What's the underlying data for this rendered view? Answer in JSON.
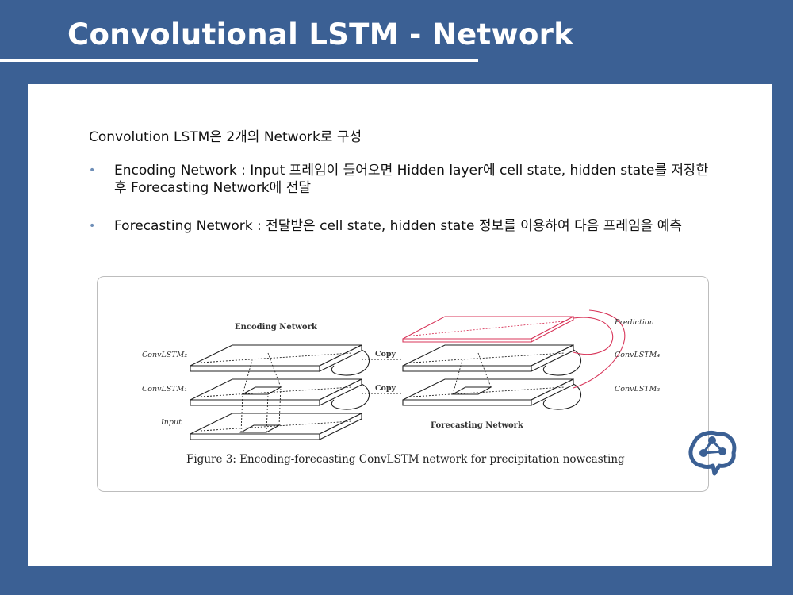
{
  "slide": {
    "title": "Convolutional LSTM - Network",
    "intro": "Convolution LSTM은 2개의 Network로 구성",
    "bullets": [
      {
        "marker": "•",
        "text": "Encoding Network : Input 프레임이 들어오면 Hidden layer에 cell state, hidden state를 저장한 후 Forecasting Network에 전달"
      },
      {
        "marker": "•",
        "text": "Forecasting Network : 전달받은 cell state, hidden state 정보를 이용하여 다음 프레임을 예측"
      }
    ]
  },
  "figure": {
    "labels": {
      "encoding_network": "Encoding Network",
      "forecasting_network": "Forecasting Network",
      "convlstm2": "ConvLSTM₂",
      "convlstm1": "ConvLSTM₁",
      "input": "Input",
      "copy_top": "Copy",
      "copy_bottom": "Copy",
      "prediction": "Prediction",
      "convlstm4": "ConvLSTM₄",
      "convlstm3": "ConvLSTM₃"
    },
    "caption": "Figure 3: Encoding-forecasting ConvLSTM network for precipitation nowcasting"
  },
  "logo": {
    "icon": "brain-network-logo",
    "color": "#3b6094"
  }
}
